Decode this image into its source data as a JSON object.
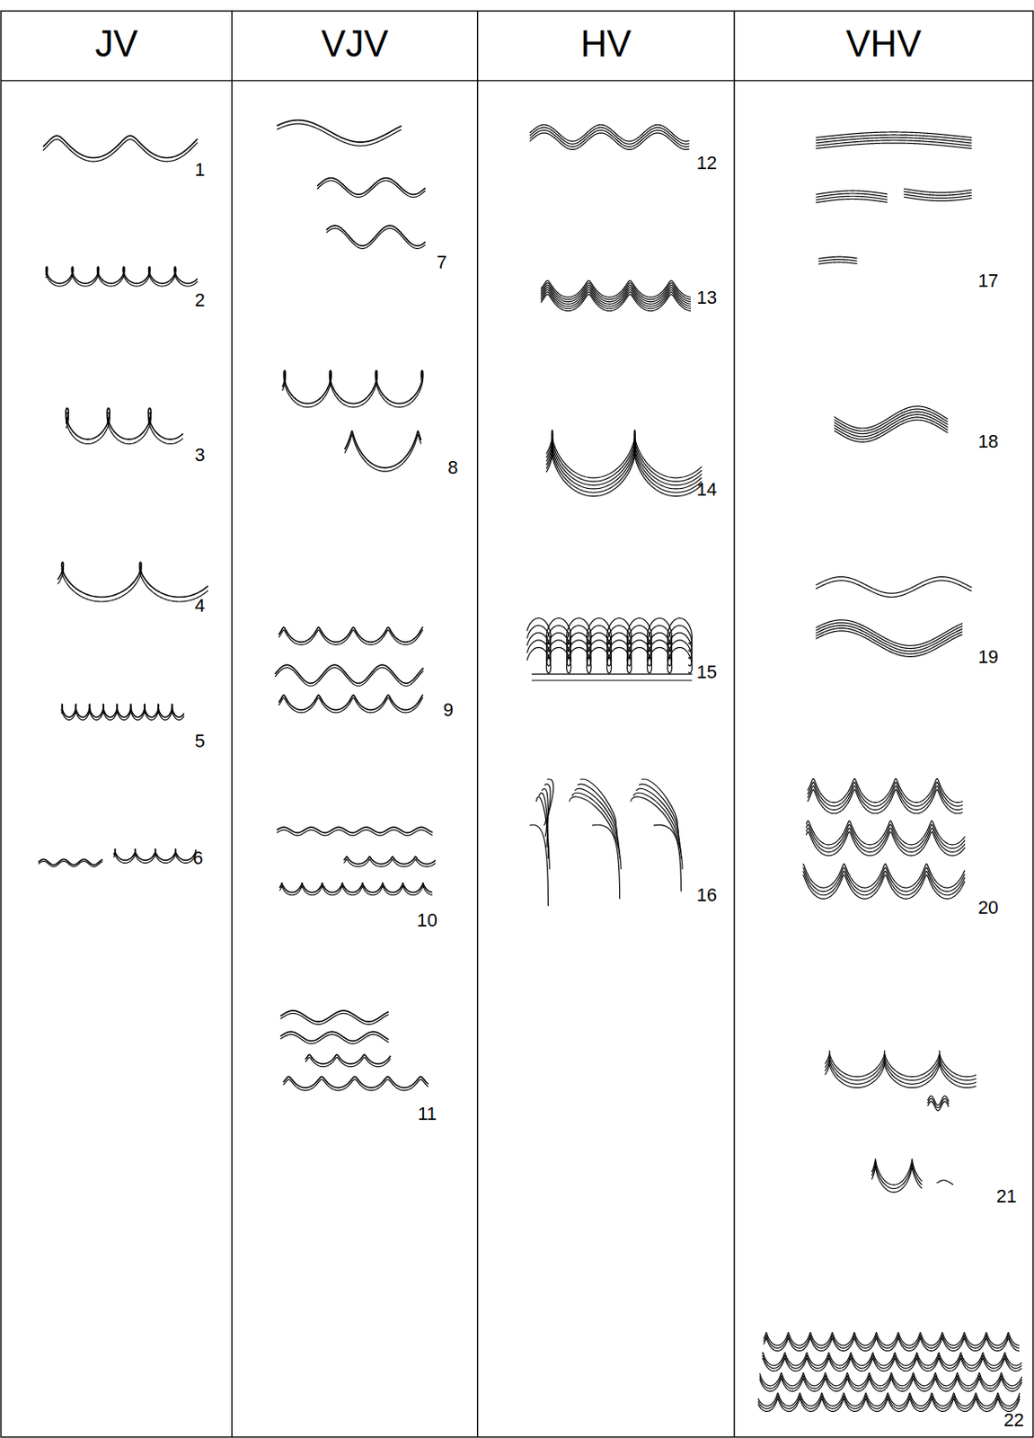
{
  "diagram": {
    "labels": [
      "JV",
      "VJV",
      "HV",
      "VHV",
      "1",
      "2",
      "3",
      "4",
      "5",
      "6",
      "7",
      "8",
      "9",
      "10",
      "11",
      "12",
      "13",
      "14",
      "15",
      "16",
      "17",
      "18",
      "19",
      "20",
      "21",
      "22"
    ]
  }
}
